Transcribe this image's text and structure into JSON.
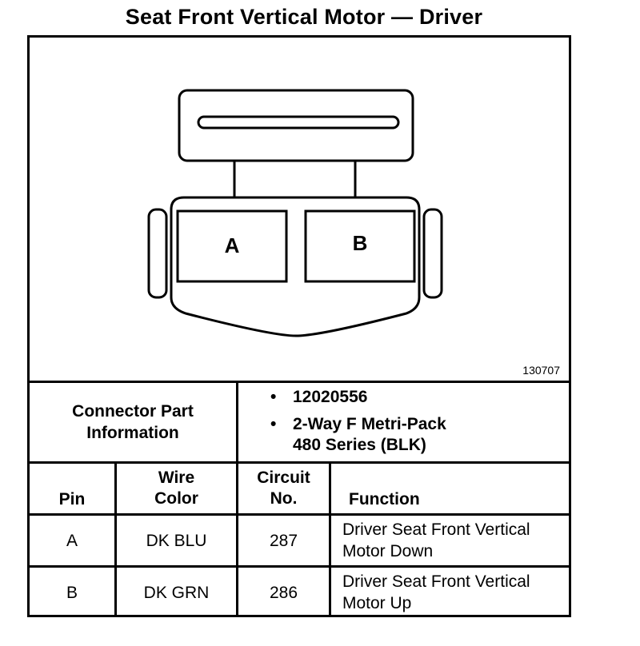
{
  "title": "Seat Front Vertical Motor — Driver",
  "figure_number": "130707",
  "connector": {
    "cavities": [
      "A",
      "B"
    ]
  },
  "part_info": {
    "label": "Connector Part Information",
    "bullet_char": "•",
    "items": [
      "12020556",
      "2-Way F Metri-Pack\n480 Series (BLK)"
    ]
  },
  "table": {
    "headers": {
      "pin": "Pin",
      "wire_color": "Wire Color",
      "circuit_no": "Circuit No.",
      "function": "Function"
    },
    "rows": [
      {
        "pin": "A",
        "wire_color": "DK BLU",
        "circuit_no": "287",
        "function": "Driver Seat Front Vertical Motor Down"
      },
      {
        "pin": "B",
        "wire_color": "DK GRN",
        "circuit_no": "286",
        "function": "Driver Seat Front Vertical Motor Up"
      }
    ]
  }
}
